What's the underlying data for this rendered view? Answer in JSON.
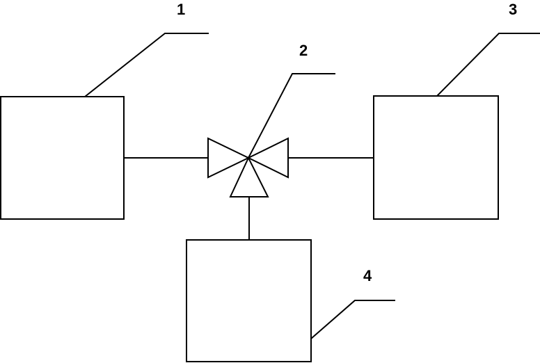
{
  "diagram": {
    "labels": {
      "component_1": "1",
      "component_2": "2",
      "component_3": "3",
      "component_4": "4"
    }
  }
}
